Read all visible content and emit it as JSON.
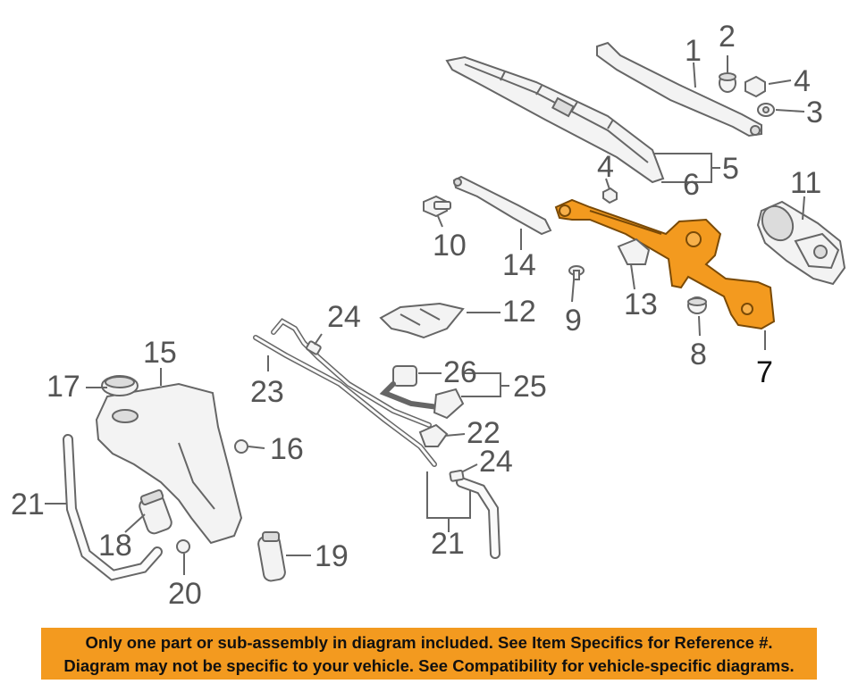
{
  "highlight_color": "#f39a1f",
  "highlighted_part": "7",
  "callouts": {
    "c1": "1",
    "c2": "2",
    "c3": "3",
    "c4a": "4",
    "c4b": "4",
    "c5": "5",
    "c6": "6",
    "c7": "7",
    "c8": "8",
    "c9": "9",
    "c10": "10",
    "c11": "11",
    "c12": "12",
    "c13": "13",
    "c14": "14",
    "c15": "15",
    "c16": "16",
    "c17": "17",
    "c18": "18",
    "c19": "19",
    "c20": "20",
    "c21a": "21",
    "c21b": "21",
    "c22": "22",
    "c23": "23",
    "c24a": "24",
    "c24b": "24",
    "c25": "25",
    "c26": "26"
  },
  "banner": {
    "line1": "Only one part or sub-assembly in diagram included. See Item Specifics for Reference #.",
    "line2": "Diagram may not be specific to your vehicle. See Compatibility for vehicle-specific diagrams."
  }
}
